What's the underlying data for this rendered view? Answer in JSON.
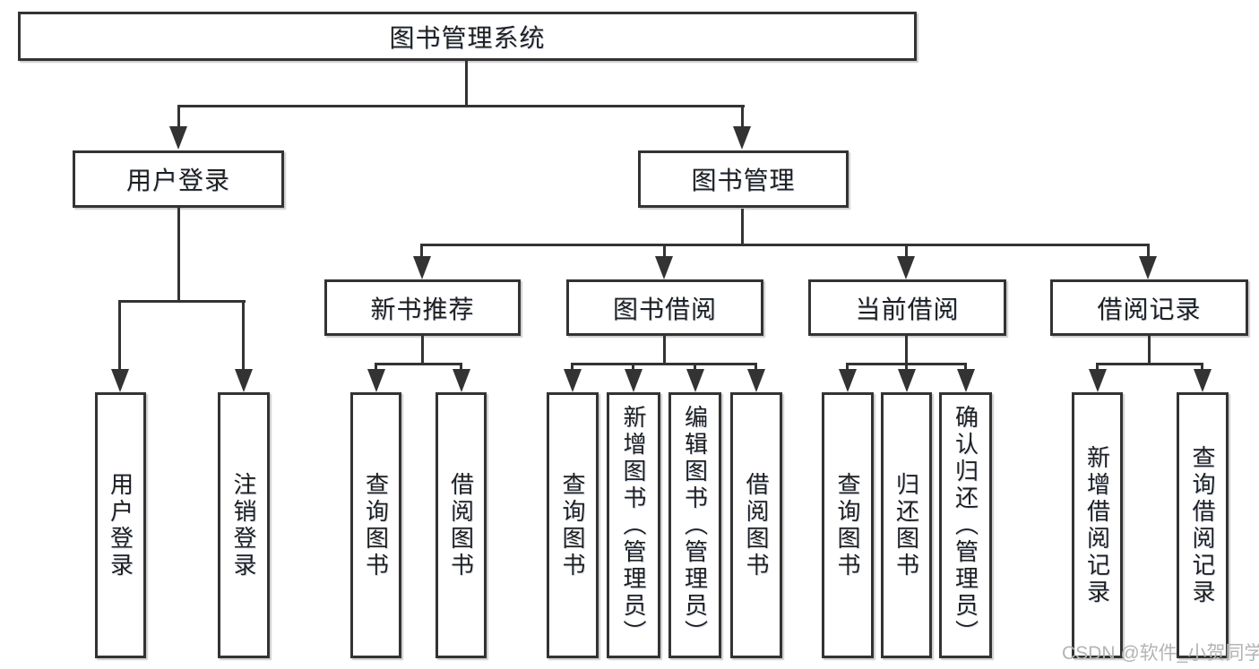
{
  "nodes": {
    "root": "图书管理系统",
    "user_login": "用户登录",
    "book_mgmt": "图书管理",
    "new_book": "新书推荐",
    "book_borrow": "图书借阅",
    "current_borrow": "当前借阅",
    "borrow_record": "借阅记录"
  },
  "leaves": {
    "user_login": [
      "用户登录",
      "注销登录"
    ],
    "new_book": [
      "查询图书",
      "借阅图书"
    ],
    "book_borrow": [
      "查询图书",
      "新增图书（管理员）",
      "编辑图书（管理员）",
      "借阅图书"
    ],
    "current_borrow": [
      "查询图书",
      "归还图书",
      "确认归还（管理员）"
    ],
    "borrow_record": [
      "新增借阅记录",
      "查询借阅记录"
    ]
  },
  "watermark": "CSDN @软件_小贺同学",
  "colors": {
    "line": "#333333",
    "text": "#1f1f1f",
    "watermark": "#b4b4b4",
    "background": "#ffffff"
  }
}
